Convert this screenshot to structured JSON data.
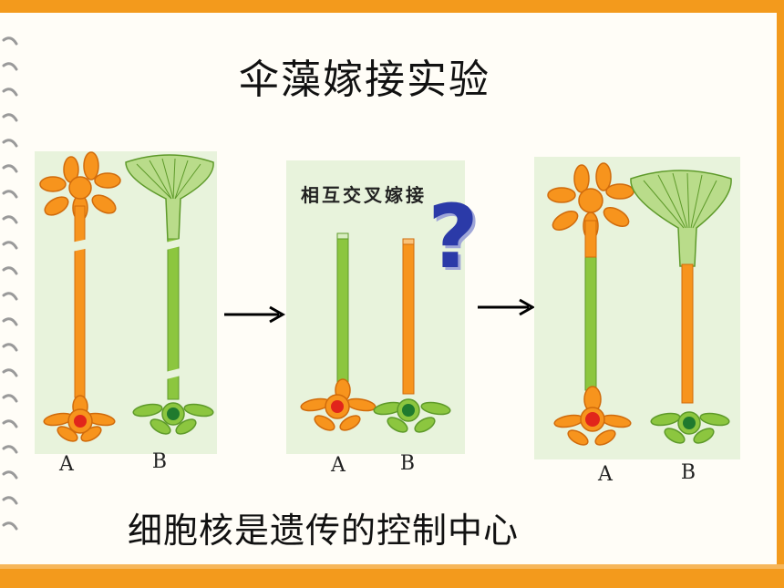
{
  "title": "伞藻嫁接实验",
  "graft_label": "相互交叉嫁接",
  "question_mark": "?",
  "caption": "细胞核是遗传的控制中心",
  "panels": [
    {
      "label_a": "A",
      "label_b": "B"
    },
    {
      "label_a": "A",
      "label_b": "B"
    },
    {
      "label_a": "A",
      "label_b": "B"
    }
  ],
  "colors": {
    "species_a": "#f7941d",
    "species_b": "#8cc63f",
    "nucleus_a": "#e1251b",
    "nucleus_b": "#1f7a2e",
    "frame": "#f39a1c",
    "question": "#2b3aa8"
  },
  "icons": [
    "spiral-binding-icon",
    "right-arrow-icon",
    "question-mark-icon"
  ]
}
